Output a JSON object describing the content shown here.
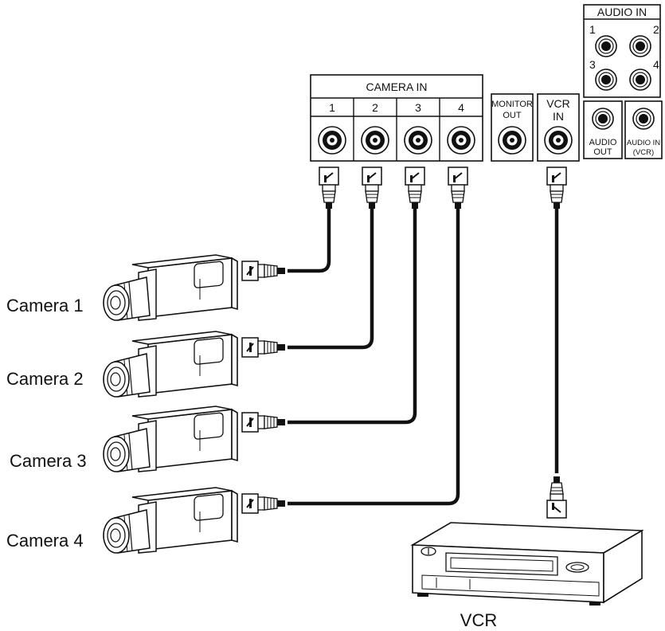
{
  "panel": {
    "camera_in": {
      "title": "CAMERA IN",
      "ports": [
        "1",
        "2",
        "3",
        "4"
      ]
    },
    "monitor_out": {
      "line1": "MONITOR",
      "line2": "OUT"
    },
    "vcr_in": {
      "line1": "VCR",
      "line2": "IN"
    },
    "audio_in": {
      "title": "AUDIO IN",
      "ports": [
        "1",
        "2",
        "3",
        "4"
      ]
    },
    "audio_out": {
      "line1": "AUDIO",
      "line2": "OUT"
    },
    "audio_in_vcr": {
      "line1": "AUDIO IN",
      "line2": "(VCR)"
    }
  },
  "cameras": [
    "Camera 1",
    "Camera 2",
    "Camera 3",
    "Camera 4"
  ],
  "vcr": {
    "label": "VCR"
  }
}
